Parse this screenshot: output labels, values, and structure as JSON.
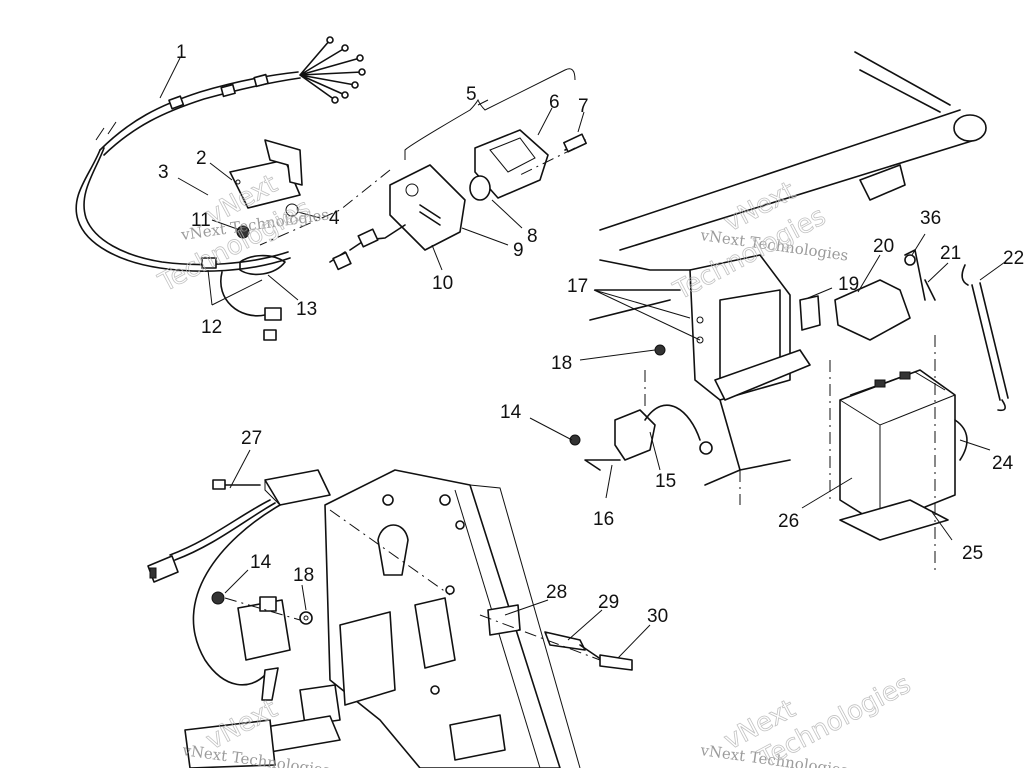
{
  "callouts": [
    {
      "id": "1",
      "label": "1"
    },
    {
      "id": "2",
      "label": "2"
    },
    {
      "id": "3",
      "label": "3"
    },
    {
      "id": "4",
      "label": "4"
    },
    {
      "id": "5",
      "label": "5"
    },
    {
      "id": "6",
      "label": "6"
    },
    {
      "id": "7",
      "label": "7"
    },
    {
      "id": "8",
      "label": "8"
    },
    {
      "id": "9",
      "label": "9"
    },
    {
      "id": "10",
      "label": "10"
    },
    {
      "id": "11",
      "label": "11"
    },
    {
      "id": "12",
      "label": "12"
    },
    {
      "id": "13",
      "label": "13"
    },
    {
      "id": "14a",
      "label": "14"
    },
    {
      "id": "14b",
      "label": "14"
    },
    {
      "id": "15",
      "label": "15"
    },
    {
      "id": "16",
      "label": "16"
    },
    {
      "id": "17",
      "label": "17"
    },
    {
      "id": "18a",
      "label": "18"
    },
    {
      "id": "18b",
      "label": "18"
    },
    {
      "id": "19",
      "label": "19"
    },
    {
      "id": "20",
      "label": "20"
    },
    {
      "id": "21",
      "label": "21"
    },
    {
      "id": "22",
      "label": "22"
    },
    {
      "id": "24",
      "label": "24"
    },
    {
      "id": "25",
      "label": "25"
    },
    {
      "id": "26",
      "label": "26"
    },
    {
      "id": "27",
      "label": "27"
    },
    {
      "id": "28",
      "label": "28"
    },
    {
      "id": "29",
      "label": "29"
    },
    {
      "id": "30",
      "label": "30"
    },
    {
      "id": "36",
      "label": "36"
    }
  ],
  "watermark": {
    "brand_text": "vNext Technologies",
    "logo_text": "vNext",
    "logo_subtext": "Technologies"
  }
}
